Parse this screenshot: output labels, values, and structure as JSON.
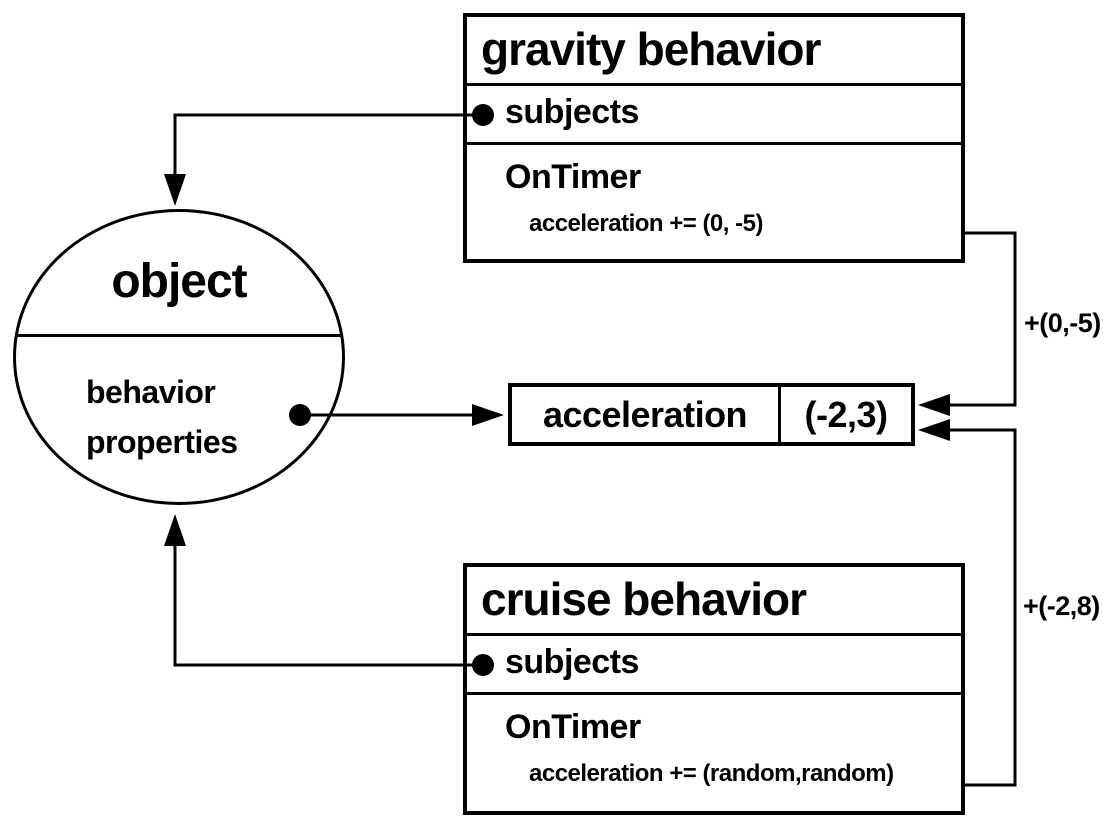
{
  "canvas": {
    "background": "#ffffff",
    "ink": "#000000"
  },
  "object_node": {
    "title": "object",
    "properties_label": "behavior properties"
  },
  "gravity_behavior": {
    "title": "gravity behavior",
    "subjects_label": "subjects",
    "handler_name": "OnTimer",
    "handler_statement": "acceleration += (0, -5)"
  },
  "cruise_behavior": {
    "title": "cruise behavior",
    "subjects_label": "subjects",
    "handler_name": "OnTimer",
    "handler_statement": "acceleration += (random,random)"
  },
  "acceleration_property": {
    "name": "acceleration",
    "value": "(-2,3)"
  },
  "edge_labels": {
    "gravity_contribution": "+(0,-5)",
    "cruise_contribution": "+(-2,8)"
  }
}
